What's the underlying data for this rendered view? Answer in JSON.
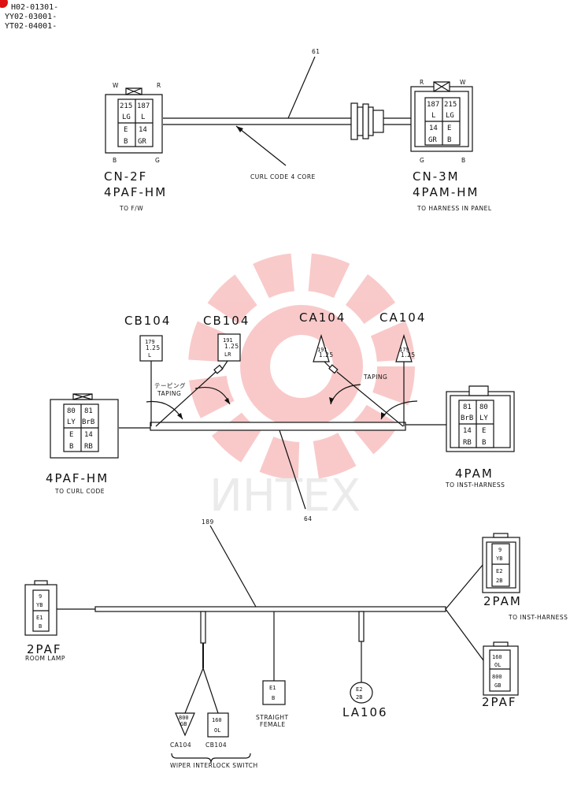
{
  "header": {
    "codes": [
      "H02-01301-",
      "YY02-03001-",
      "YT02-04001-"
    ]
  },
  "watermark": {
    "text": "ИHTEX",
    "color": "#f28a8a"
  },
  "section1": {
    "ref": "61",
    "cable_label": "CURL CODE 4 CORE",
    "left": {
      "name": "CN-2F",
      "type": "4PAF-HM",
      "dest": "TO F/W",
      "pins": {
        "top_left": "W",
        "top_right": "R",
        "bottom_left": "B",
        "bottom_right": "G"
      },
      "cells": {
        "r1c1": "215",
        "r1c2": "187",
        "r2c1": "LG",
        "r2c2": "L",
        "r3c1": "E",
        "r3c2": "14",
        "r4c1": "B",
        "r4c2": "GR"
      }
    },
    "right": {
      "name": "CN-3M",
      "type": "4PAM-HM",
      "dest": "TO HARNESS IN PANEL",
      "pins": {
        "top_left": "R",
        "top_right": "W",
        "bottom_left": "G",
        "bottom_right": "B"
      },
      "cells": {
        "r1c1": "187",
        "r1c2": "215",
        "r2c1": "L",
        "r2c2": "LG",
        "r3c1": "14",
        "r3c2": "E",
        "r4c1": "GR",
        "r4c2": "B"
      }
    }
  },
  "section2": {
    "ref": "64",
    "taping_jp": "テーピング",
    "taping_en": "TAPING",
    "taping_right": "TAPING",
    "tags": {
      "cb104a": {
        "name": "CB104",
        "n": "179",
        "s": "1.25",
        "c": "L"
      },
      "cb104b": {
        "name": "CB104",
        "n": "191",
        "s": "1.25",
        "c": "LR"
      },
      "ca104a": {
        "name": "CA104",
        "n": "191",
        "s": "1.25"
      },
      "ca104b": {
        "name": "CA104",
        "n": "179",
        "s": "1.25"
      }
    },
    "left": {
      "type": "4PAF-HM",
      "dest": "TO CURL CODE",
      "cells": {
        "r1c1": "80",
        "r1c2": "81",
        "r2c1": "LY",
        "r2c2": "BrB",
        "r3c1": "E",
        "r3c2": "14",
        "r4c1": "B",
        "r4c2": "RB"
      }
    },
    "right": {
      "type": "4PAM",
      "dest": "TO INST-HARNESS",
      "cells": {
        "r1c1": "81",
        "r1c2": "80",
        "r2c1": "BrB",
        "r2c2": "LY",
        "r3c1": "14",
        "r3c2": "E",
        "r4c1": "RB",
        "r4c2": "B"
      }
    }
  },
  "section3": {
    "ref": "189",
    "room": {
      "type": "2PAF",
      "dest": "ROOM LAMP",
      "c1": "9",
      "c2": "YB",
      "c3": "E1",
      "c4": "B"
    },
    "ca104": {
      "name": "CA104",
      "n": "800",
      "c": "GB"
    },
    "cb104": {
      "name": "CB104",
      "n": "160",
      "c": "OL"
    },
    "wiper": "WIPER INTERLOCK SWITCH",
    "straight": {
      "c1": "E1",
      "c2": "B",
      "label1": "STRAIGHT",
      "label2": "FEMALE"
    },
    "la106": {
      "name": "LA106",
      "c1": "E2",
      "c2": "2B"
    },
    "top_right": {
      "type": "2PAM",
      "c1": "9",
      "c2": "YB",
      "c3": "E2",
      "c4": "2B"
    },
    "inst": "TO INST-HARNESS",
    "bottom_right": {
      "type": "2PAF",
      "c1": "160",
      "c2": "OL",
      "c3": "800",
      "c4": "GB"
    }
  }
}
